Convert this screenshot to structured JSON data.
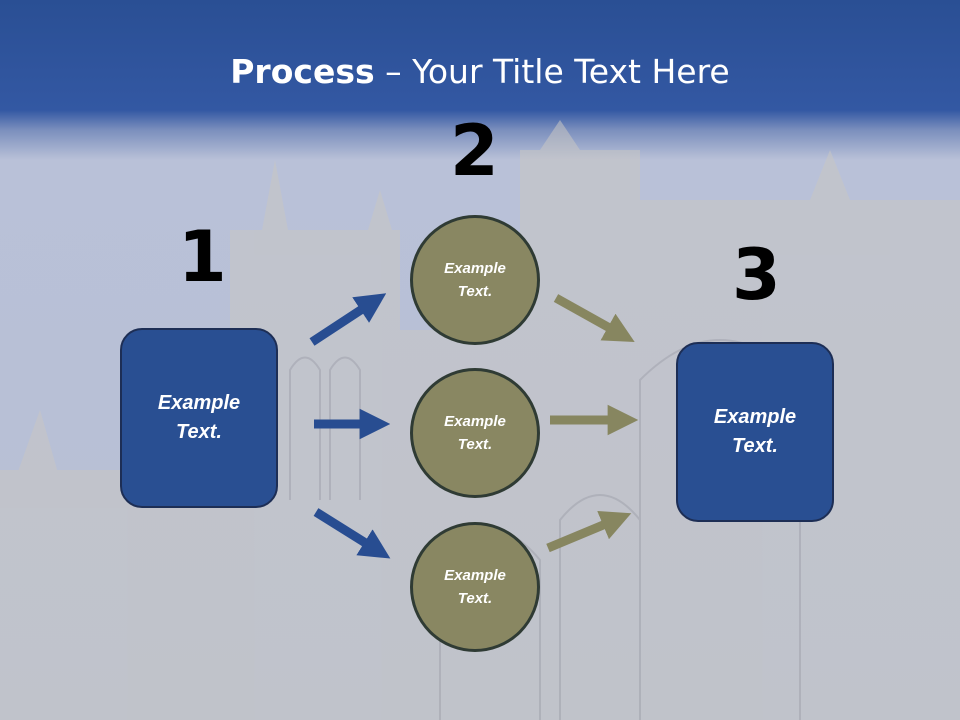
{
  "title": {
    "bold": "Process",
    "rest": " – Your Title Text Here"
  },
  "steps": {
    "one": "1",
    "two": "2",
    "three": "3"
  },
  "left_box": "Example Text.",
  "right_box": "Example Text.",
  "circles": [
    "Example Text.",
    "Example Text.",
    "Example Text."
  ],
  "colors": {
    "box": "#294f92",
    "circle": "#898762",
    "blue_arrow": "#284d91",
    "olive_arrow": "#878660"
  }
}
